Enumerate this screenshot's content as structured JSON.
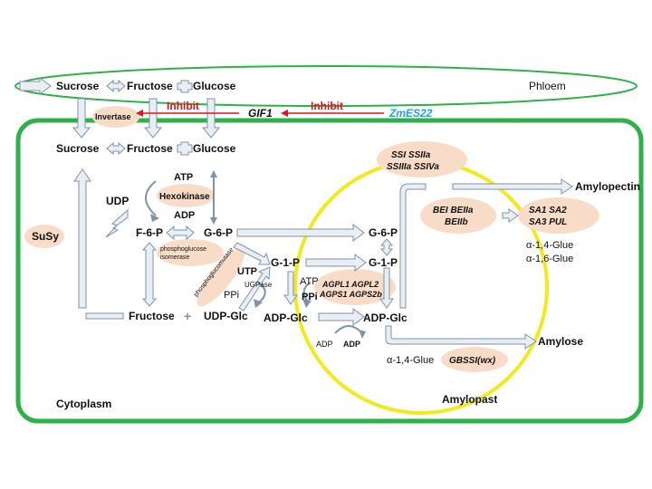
{
  "metabolites": {
    "sucrose_phloem": "Sucrose",
    "fructose_phloem": "Fructose",
    "glucose_phloem": "Glucose",
    "sucrose_cyto": "Sucrose",
    "fructose_cyto": "Fructose",
    "glucose_cyto": "Glucose",
    "atp_hex": "ATP",
    "adp_hex": "ADP",
    "udp": "UDP",
    "f6p": "F-6-P",
    "g6p_cyto": "G-6-P",
    "g1p_cyto": "G-1-P",
    "utp": "UTP",
    "ppi_ugp": "PPi",
    "fructose_bottom": "Fructose",
    "udp_glc": "UDP-Glc",
    "adp_glc_cyto": "ADP-Glc",
    "atp_agp": "ATP",
    "ppi_agp": "PPi",
    "g6p_plastid": "G-6-P",
    "g1p_plastid": "G-1-P",
    "adp_glc_plastid": "ADP-Glc",
    "adp_left": "ADP",
    "adp_right": "ADP",
    "amylopectin": "Amylopectin",
    "amylose": "Amylose"
  },
  "enzymes": {
    "invertase": "Invertase",
    "hexokinase": "Hexokinase",
    "susy": "SuSy",
    "pgi_line1": "phosphoglucose",
    "pgi_line2": "isomerase",
    "pgm": "phosphoglucomutase",
    "ugpase": "UGPase",
    "agp_line1": "AGPL1 AGPL2",
    "agp_line2": "AGPS1 AGPS2b",
    "ss_line1": "SSI  SSIIa",
    "ss_line2": "SSIIIa SSIVa",
    "be_line1": "BEI  BEIIa",
    "be_line2": "BEIIb",
    "sa_line1": "SA1   SA2",
    "sa_line2": "SA3   PUL",
    "gbss": "GBSSI(wx)"
  },
  "regulation": {
    "inhibit_1": "Inhibit",
    "inhibit_2": "Inhibit",
    "gif1": "GIF1",
    "zmes22": "ZmES22"
  },
  "bonds": {
    "amylopectin_line1": "α-1,4-Glue",
    "amylopectin_line2": "α-1,6-Glue",
    "amylose": "α-1,4-Glue"
  },
  "compartments": {
    "phloem": "Phloem",
    "cytoplasm": "Cytoplasm",
    "amyloplast": "Amylopast"
  },
  "colors": {
    "compartment_green": "#2db24a",
    "amyloplast_yellow": "#f2ea1d",
    "enzyme_bubble": "#f8dcc8",
    "inhibit_red": "#e0141b",
    "zmes22_blue": "#1aa3dc",
    "arrow_fill": "#e8eef4",
    "arrow_stroke": "#7d93ab"
  }
}
